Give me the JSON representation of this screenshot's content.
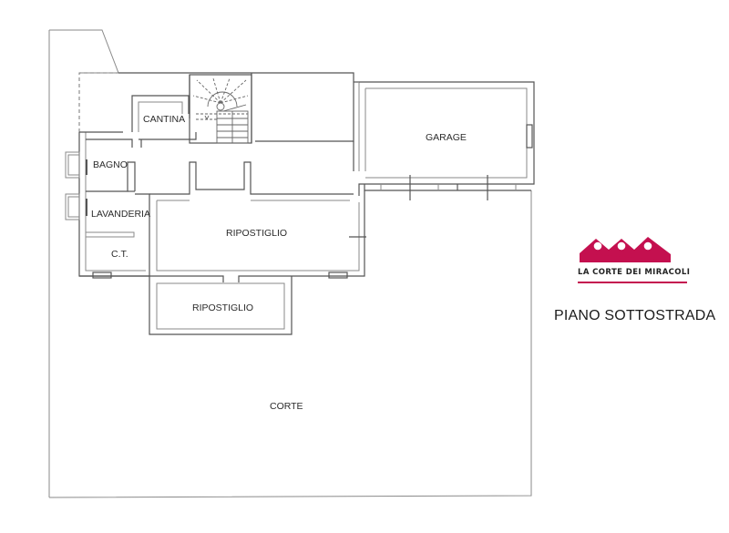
{
  "plan": {
    "rooms": [
      {
        "id": "cantina",
        "label": "CANTINA"
      },
      {
        "id": "bagno",
        "label": "BAGNO"
      },
      {
        "id": "lavanderia",
        "label": "LAVANDERIA"
      },
      {
        "id": "ct",
        "label": "C.T."
      },
      {
        "id": "ripostiglio_main",
        "label": "RIPOSTIGLIO"
      },
      {
        "id": "ripostiglio_small",
        "label": "RIPOSTIGLIO"
      },
      {
        "id": "garage",
        "label": "GARAGE"
      },
      {
        "id": "corte",
        "label": "CORTE"
      }
    ]
  },
  "brand": {
    "name": "LA CORTE DEI MIRACOLI",
    "color": "#c4104f",
    "icon": "three-houses-logo-icon"
  },
  "floor_title": "PIANO SOTTOSTRADA"
}
